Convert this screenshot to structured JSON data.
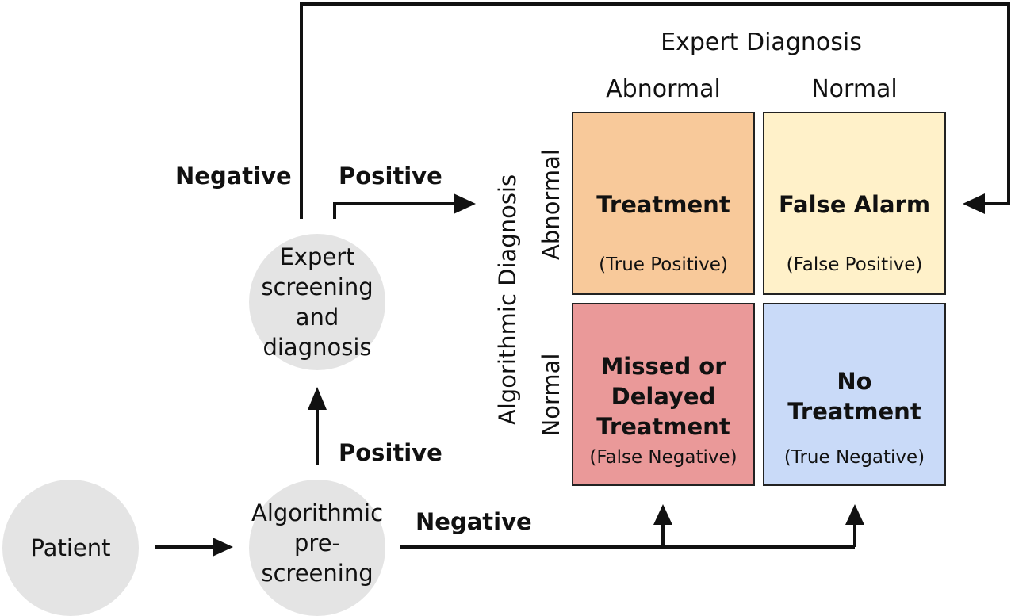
{
  "nodes": {
    "patient": "Patient",
    "algorithmic": "Algorithmic\npre-screening",
    "expert": "Expert\nscreening and\ndiagnosis"
  },
  "edge_labels": {
    "algo_positive": "Positive",
    "algo_negative": "Negative",
    "expert_negative": "Negative",
    "expert_positive": "Positive"
  },
  "matrix": {
    "column_title": "Expert Diagnosis",
    "columns": [
      "Abnormal",
      "Normal"
    ],
    "row_title": "Algorithmic Diagnosis",
    "rows": [
      "Abnormal",
      "Normal"
    ],
    "cells": {
      "tp": {
        "title": "Treatment",
        "sub": "(True Positive)",
        "color": "#f8c99a"
      },
      "fp": {
        "title": "False Alarm",
        "sub": "(False Positive)",
        "color": "#fff1c9"
      },
      "fn": {
        "title": "Missed or\nDelayed\nTreatment",
        "sub": "(False Negative)",
        "color": "#ea9999"
      },
      "tn": {
        "title": "No\nTreatment",
        "sub": "(True Negative)",
        "color": "#c9daf8"
      }
    }
  }
}
